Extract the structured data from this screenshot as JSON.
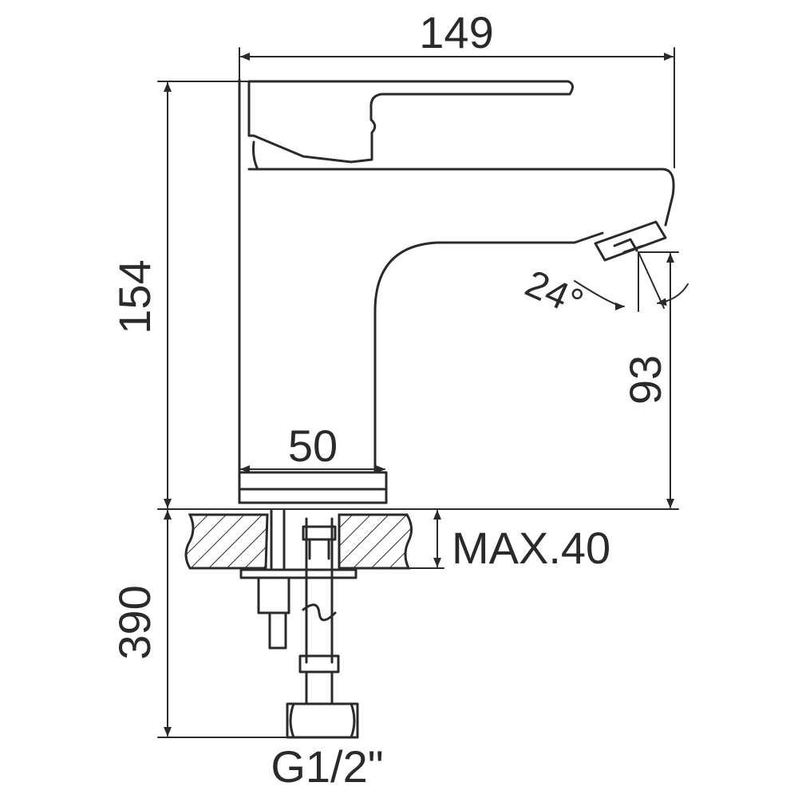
{
  "dimensions": {
    "overall_width": "149",
    "overall_height": "154",
    "spout_height": "93",
    "base_width": "50",
    "spout_angle": "24°",
    "max_deck_thickness": "MAX.40",
    "hose_length": "390",
    "thread_size": "G1/2\""
  },
  "colors": {
    "line": "#2a2a2a",
    "background": "#ffffff"
  }
}
